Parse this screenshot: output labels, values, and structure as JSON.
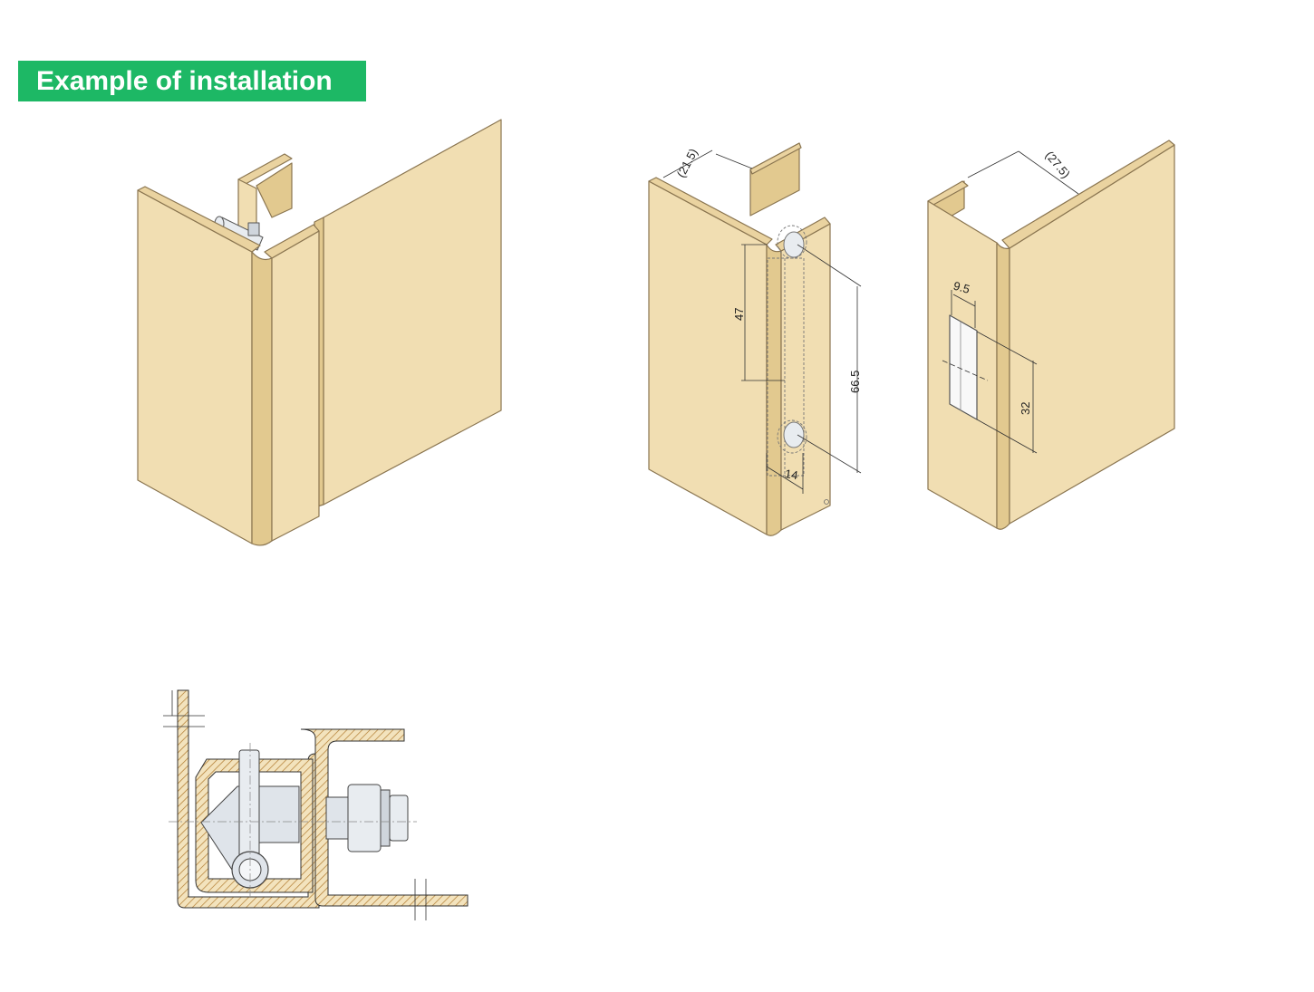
{
  "header": {
    "title": "Example of installation"
  },
  "colors": {
    "accent_green": "#1db865",
    "panel_fill": "#f1deb2",
    "panel_edge": "#d9c08a",
    "panel_stroke": "#8a7550",
    "hatch": "#b07a2e",
    "metal_fill": "#dfe4ea",
    "line": "#333333"
  },
  "dimensions": {
    "d_215": "(21.5)",
    "d_47": "47",
    "d_665": "66.5",
    "d_14": "14",
    "d_275": "(27.5)",
    "d_95": "9.5",
    "d_32": "32"
  }
}
